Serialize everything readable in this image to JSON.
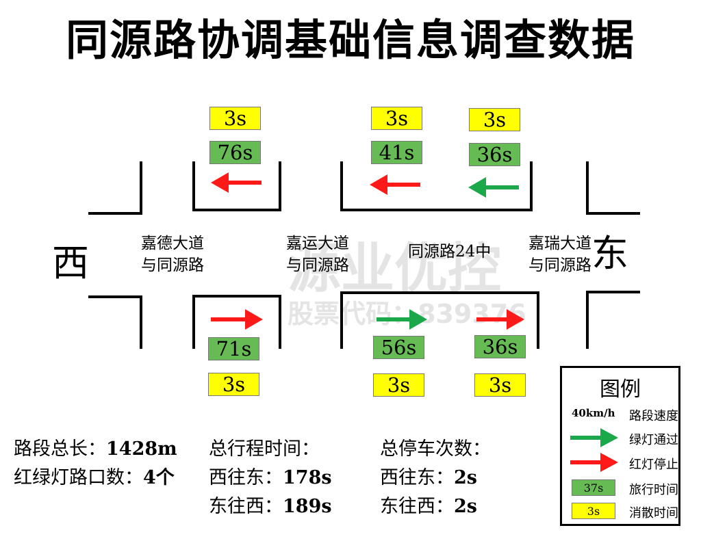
{
  "title": "同源路协调基础信息调查数据",
  "directions": {
    "west": "西",
    "east": "东"
  },
  "watermark": {
    "brand": "源业优控",
    "stock": "股票代码：839376"
  },
  "intersections": {
    "i1_line1": "嘉德大道",
    "i1_line2": "与同源路",
    "i2_line1": "嘉运大道",
    "i2_line2": "与同源路",
    "i3": "同源路24中",
    "i4_line1": "嘉瑞大道",
    "i4_line2": "与同源路"
  },
  "westbound": {
    "seg1": {
      "clearance": "3s",
      "travel": "76s",
      "signal": "red"
    },
    "seg2": {
      "clearance": "3s",
      "travel": "41s",
      "signal": "red"
    },
    "seg3": {
      "clearance": "3s",
      "travel": "36s",
      "signal": "green"
    }
  },
  "eastbound": {
    "seg1": {
      "clearance": "3s",
      "travel": "71s",
      "signal": "red"
    },
    "seg2": {
      "clearance": "3s",
      "travel": "56s",
      "signal": "green"
    },
    "seg3": {
      "clearance": "3s",
      "travel": "36s",
      "signal": "red"
    }
  },
  "stats": {
    "length_label": "路段总长：",
    "length_value": "1428m",
    "signals_label": "红绿灯路口数：",
    "signals_value": "4个",
    "travel_header": "总行程时间：",
    "travel_we_label": "西往东：",
    "travel_we_value": "178s",
    "travel_ew_label": "东往西：",
    "travel_ew_value": "189s",
    "stops_header": "总停车次数：",
    "stops_we_label": "西往东：",
    "stops_we_value": "2s",
    "stops_ew_label": "东往西：",
    "stops_ew_value": "2s"
  },
  "legend": {
    "title": "图例",
    "speed_key": "40km/h",
    "speed_label": "路段速度",
    "green_label": "绿灯通过",
    "red_label": "红灯停止",
    "travel_sample": "37s",
    "travel_label": "旅行时间",
    "clear_sample": "3s",
    "clear_label": "消散时间"
  },
  "colors": {
    "green_arrow": "#1aa84a",
    "red_arrow": "#ff1a1a",
    "travel_box": "#66bb55",
    "clear_box": "#ffff00"
  }
}
